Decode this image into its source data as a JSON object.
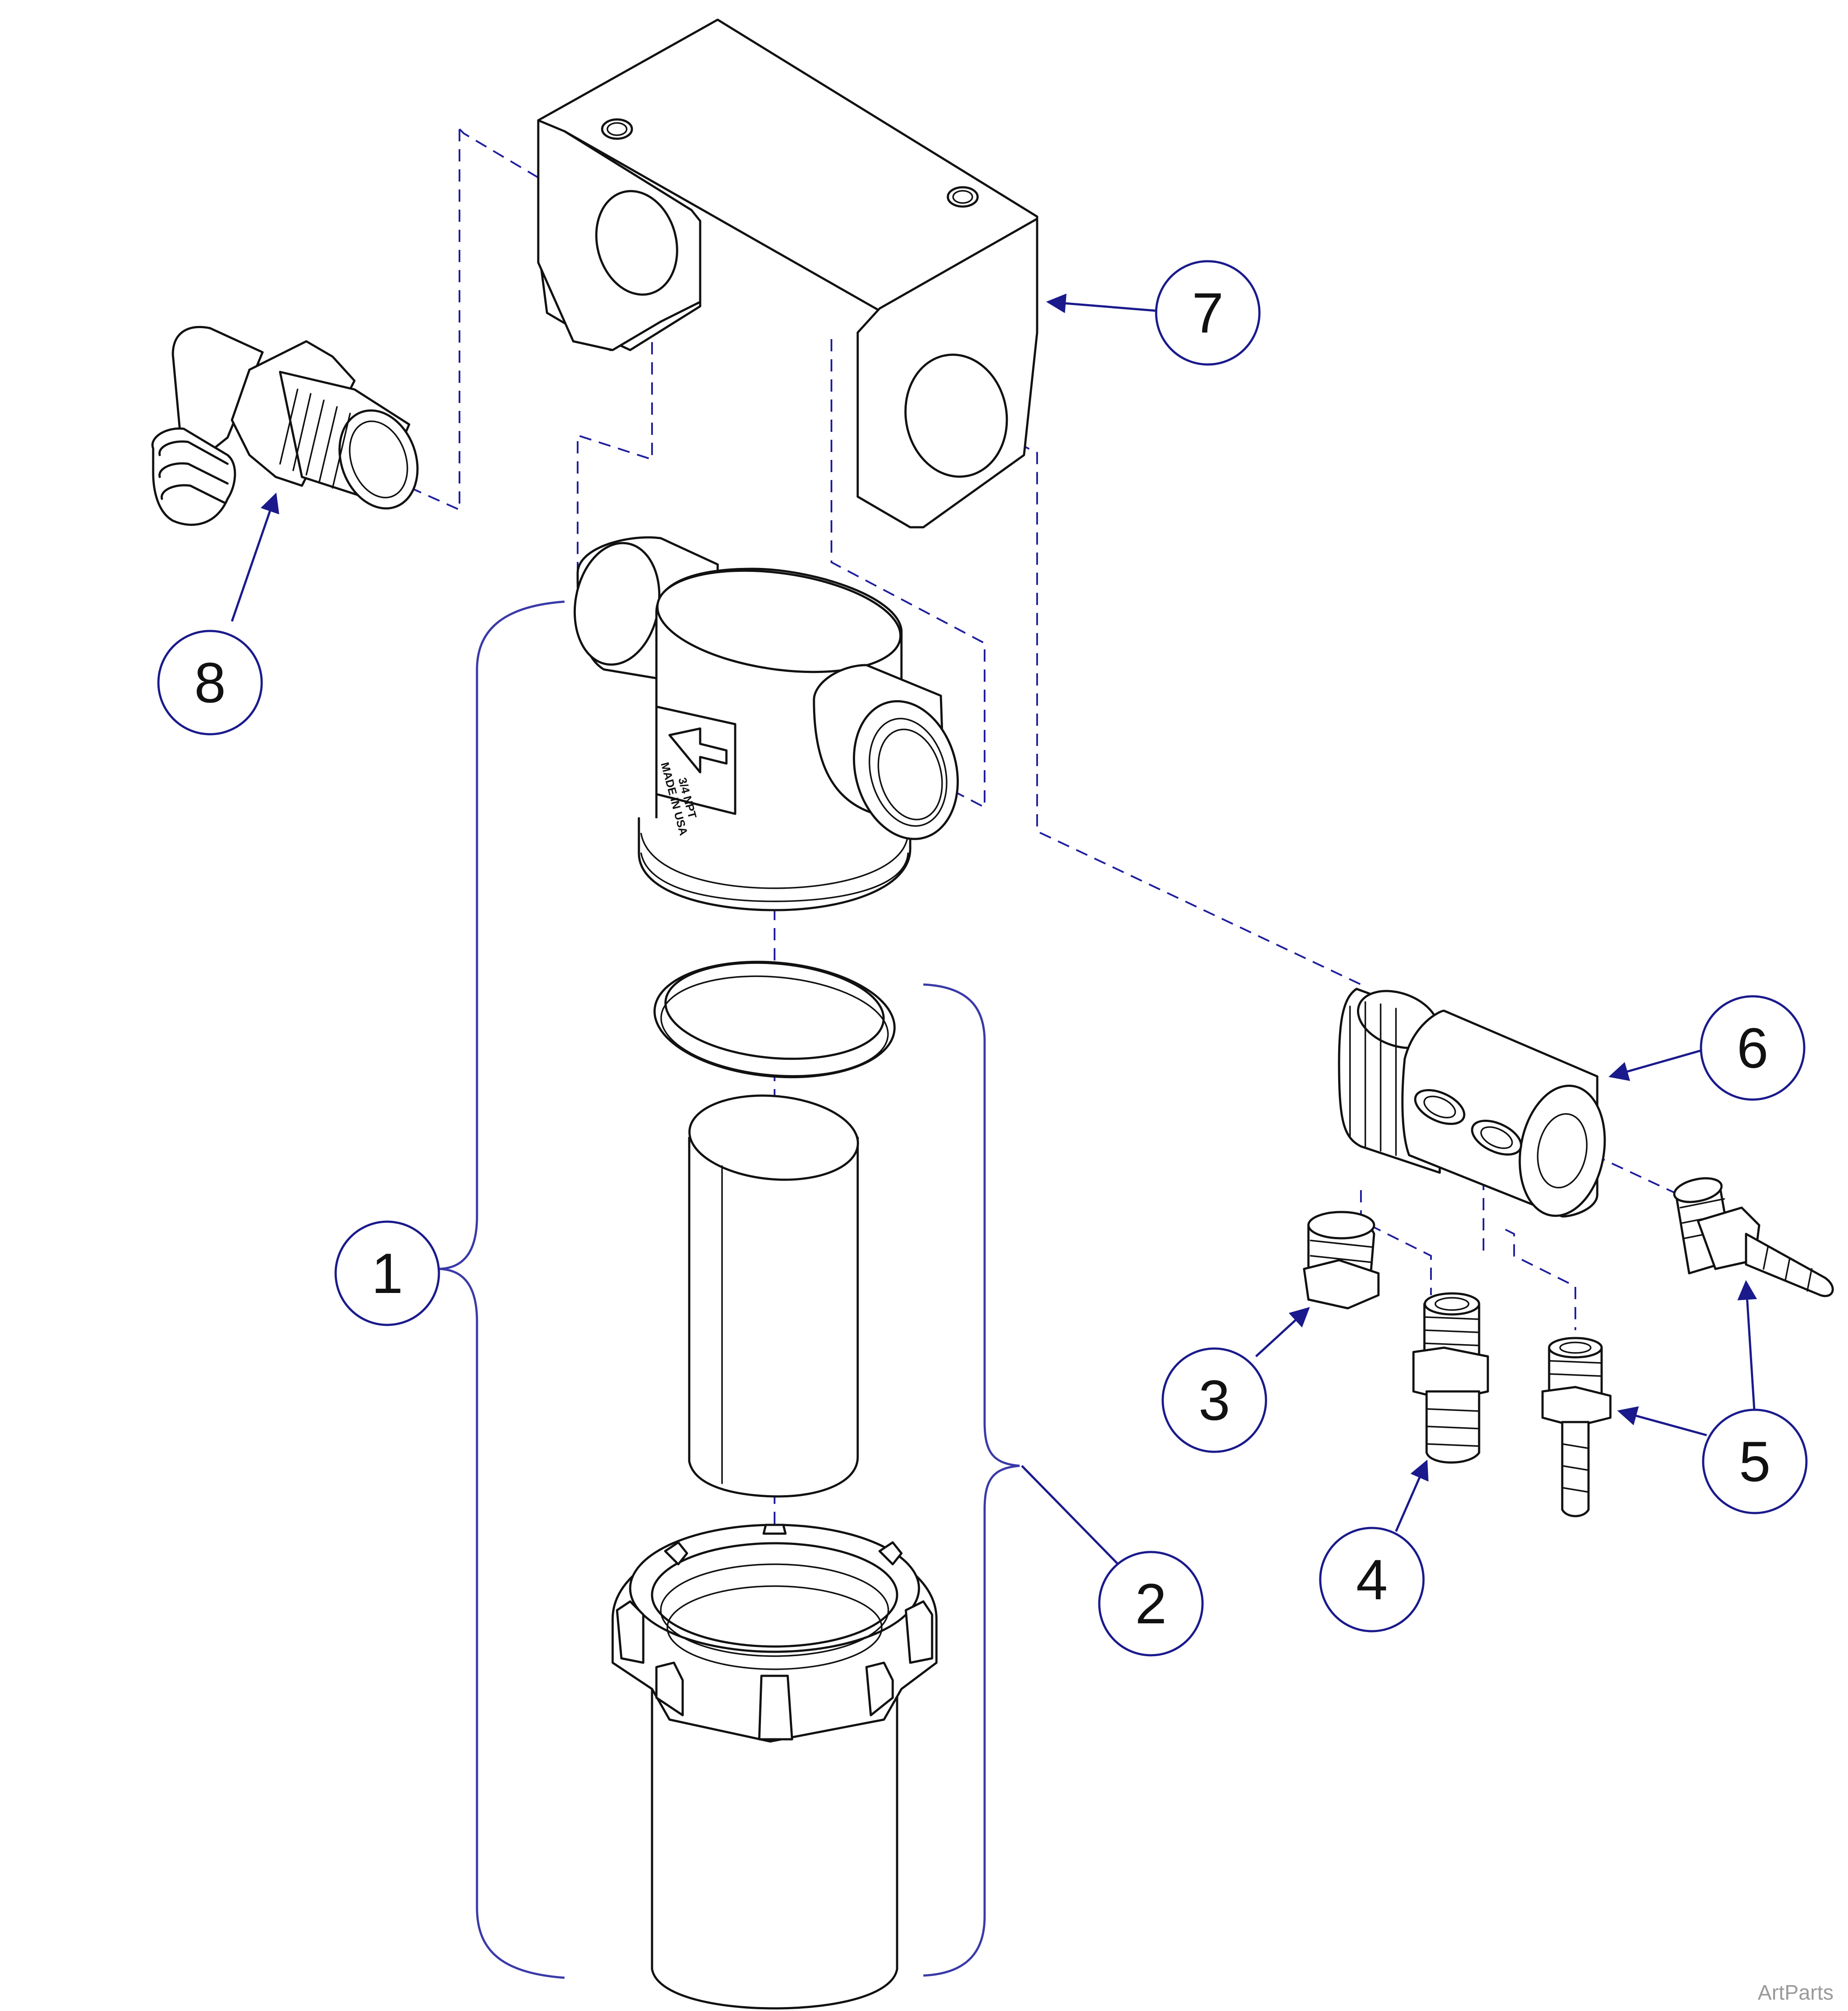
{
  "colors": {
    "leader": "#1a1a8c",
    "dash": "#1f1f9e",
    "outline": "#111111",
    "watermark": "#9a9a9a"
  },
  "housing_label": {
    "line1": "MADE IN USA",
    "line2": "3/4 NPT"
  },
  "callouts": [
    {
      "id": "1",
      "label": "1"
    },
    {
      "id": "2",
      "label": "2"
    },
    {
      "id": "3",
      "label": "3"
    },
    {
      "id": "4",
      "label": "4"
    },
    {
      "id": "5",
      "label": "5"
    },
    {
      "id": "6",
      "label": "6"
    },
    {
      "id": "7",
      "label": "7"
    },
    {
      "id": "8",
      "label": "8"
    }
  ],
  "watermark": "ArtParts"
}
